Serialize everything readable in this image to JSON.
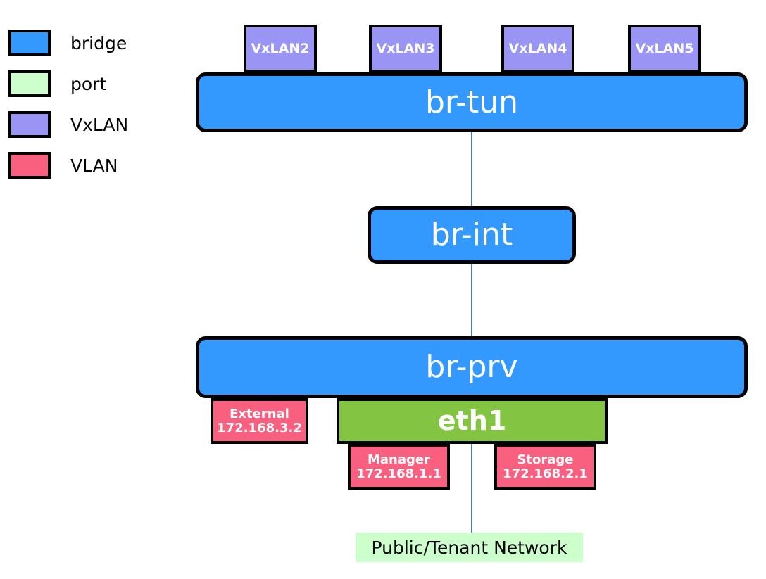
{
  "legend": {
    "items": [
      {
        "label": "bridge",
        "color": "#3399ff",
        "swatch_name": "legend-swatch-bridge"
      },
      {
        "label": "port",
        "color": "#ccffcc",
        "swatch_name": "legend-swatch-port"
      },
      {
        "label": "VxLAN",
        "color": "#9a95f5",
        "swatch_name": "legend-swatch-vxlan"
      },
      {
        "label": "VLAN",
        "color": "#f9607f",
        "swatch_name": "legend-swatch-vlan"
      }
    ]
  },
  "diagram": {
    "vxlans": [
      {
        "label": "VxLAN2"
      },
      {
        "label": "VxLAN3"
      },
      {
        "label": "VxLAN4"
      },
      {
        "label": "VxLAN5"
      }
    ],
    "bridges": {
      "br_tun": "br-tun",
      "br_int": "br-int",
      "br_prv": "br-prv"
    },
    "port": {
      "eth1": "eth1"
    },
    "vlans": [
      {
        "name": "External",
        "ip": "172.168.3.2"
      },
      {
        "name": "Manager",
        "ip": "172.168.1.1"
      },
      {
        "name": "Storage",
        "ip": "172.168.2.1"
      }
    ],
    "network": {
      "label": "Public/Tenant Network"
    }
  },
  "colors": {
    "bridge": "#3399ff",
    "port": "#ccffcc",
    "eth": "#84c443",
    "vxlan": "#9a95f5",
    "vlan": "#f9607f",
    "border": "#000000",
    "connector": "#4a7ebb"
  }
}
